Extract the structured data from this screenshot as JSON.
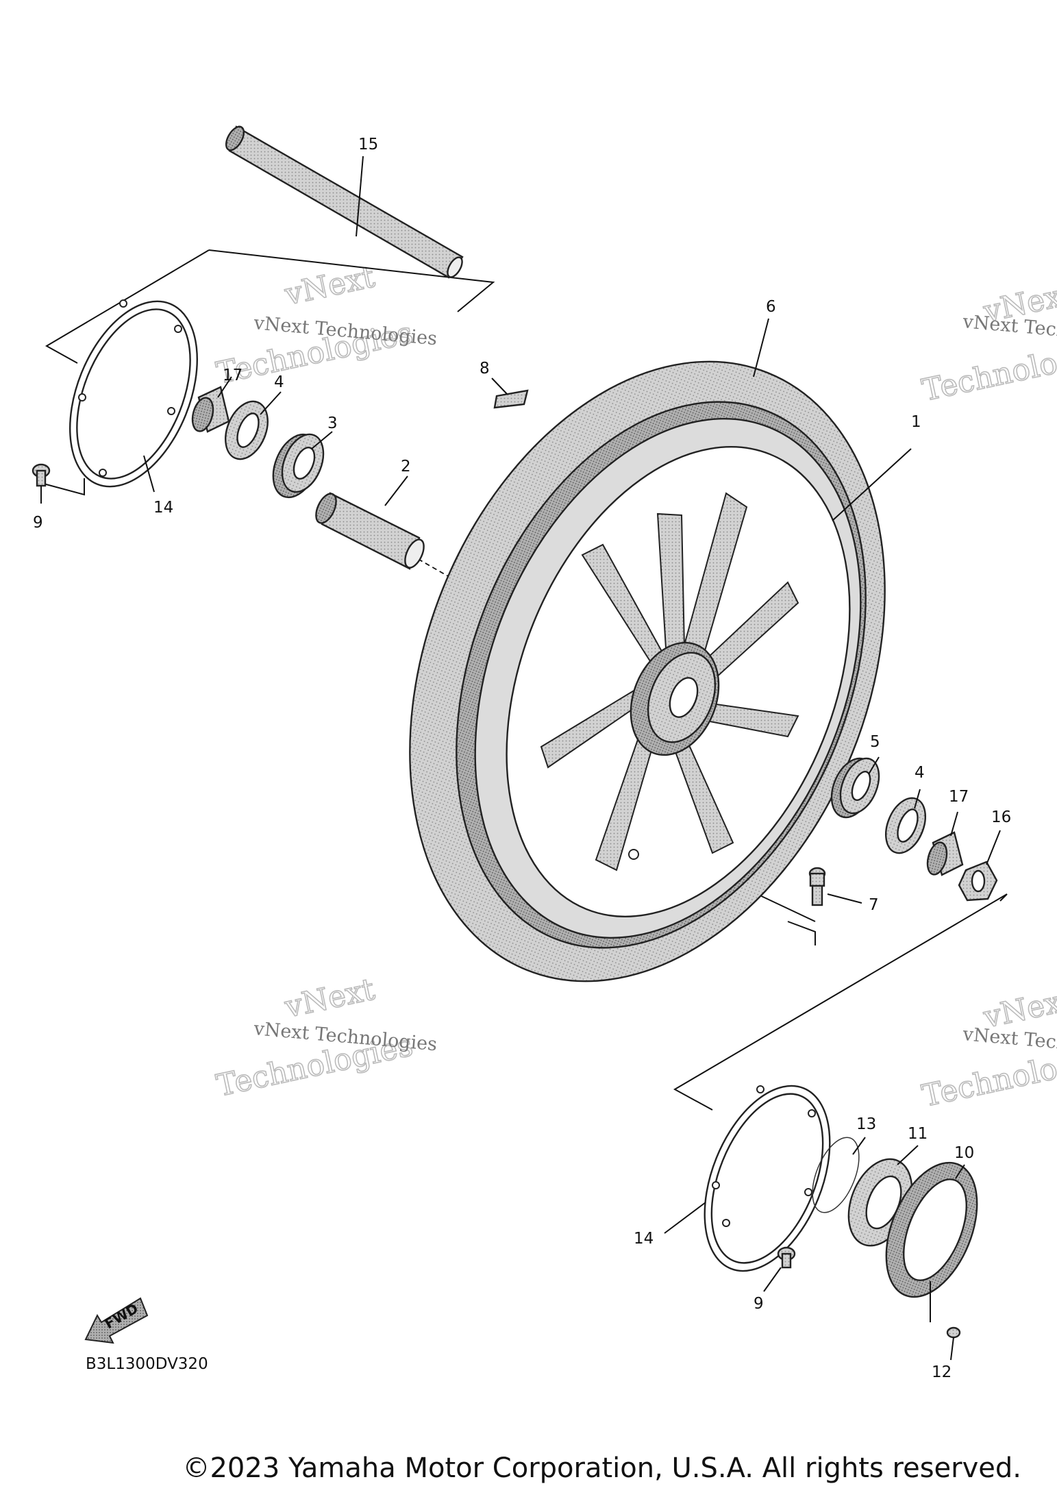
{
  "diagram_code": "B3L1300DV320",
  "fwd_label": "FWD",
  "copyright": "©2023 Yamaha Motor Corporation, U.S.A. All rights reserved.",
  "watermark": {
    "line1": "vNext Technologies",
    "line2a": "vNext",
    "line2b": "Technologies"
  },
  "callouts": {
    "c1": "1",
    "c2": "2",
    "c3": "3",
    "c4a": "4",
    "c4b": "4",
    "c5": "5",
    "c6": "6",
    "c7": "7",
    "c8": "8",
    "c9a": "9",
    "c9b": "9",
    "c10": "10",
    "c11": "11",
    "c12": "12",
    "c13": "13",
    "c14a": "14",
    "c14b": "14",
    "c15": "15",
    "c16": "16",
    "c17a": "17",
    "c17b": "17"
  },
  "colors": {
    "part_fill": "#c8c8c8",
    "part_dark": "#9a9a9a",
    "line": "#111111"
  }
}
